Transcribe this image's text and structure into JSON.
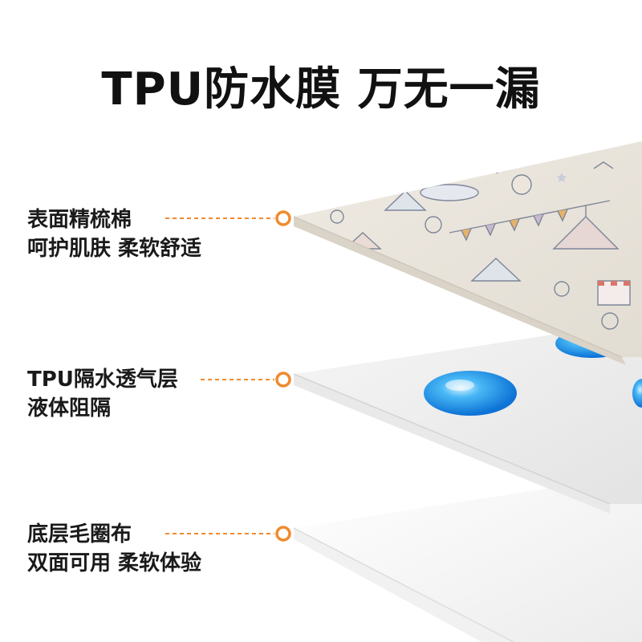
{
  "headline": "TPU防水膜 万无一漏",
  "accent_color": "#f08a2e",
  "water_bead_color": "#2a9df0",
  "layers": [
    {
      "id": "top",
      "line1": "表面精梳棉",
      "line2": "呵护肌肤 柔软舒适",
      "pattern": "circus-print"
    },
    {
      "id": "middle",
      "line1": "TPU隔水透气层",
      "line2": "液体阻隔",
      "pattern": "water-beads"
    },
    {
      "id": "bottom",
      "line1": "底层毛圈布",
      "line2": "双面可用 柔软体验",
      "pattern": "plain-terry"
    }
  ]
}
